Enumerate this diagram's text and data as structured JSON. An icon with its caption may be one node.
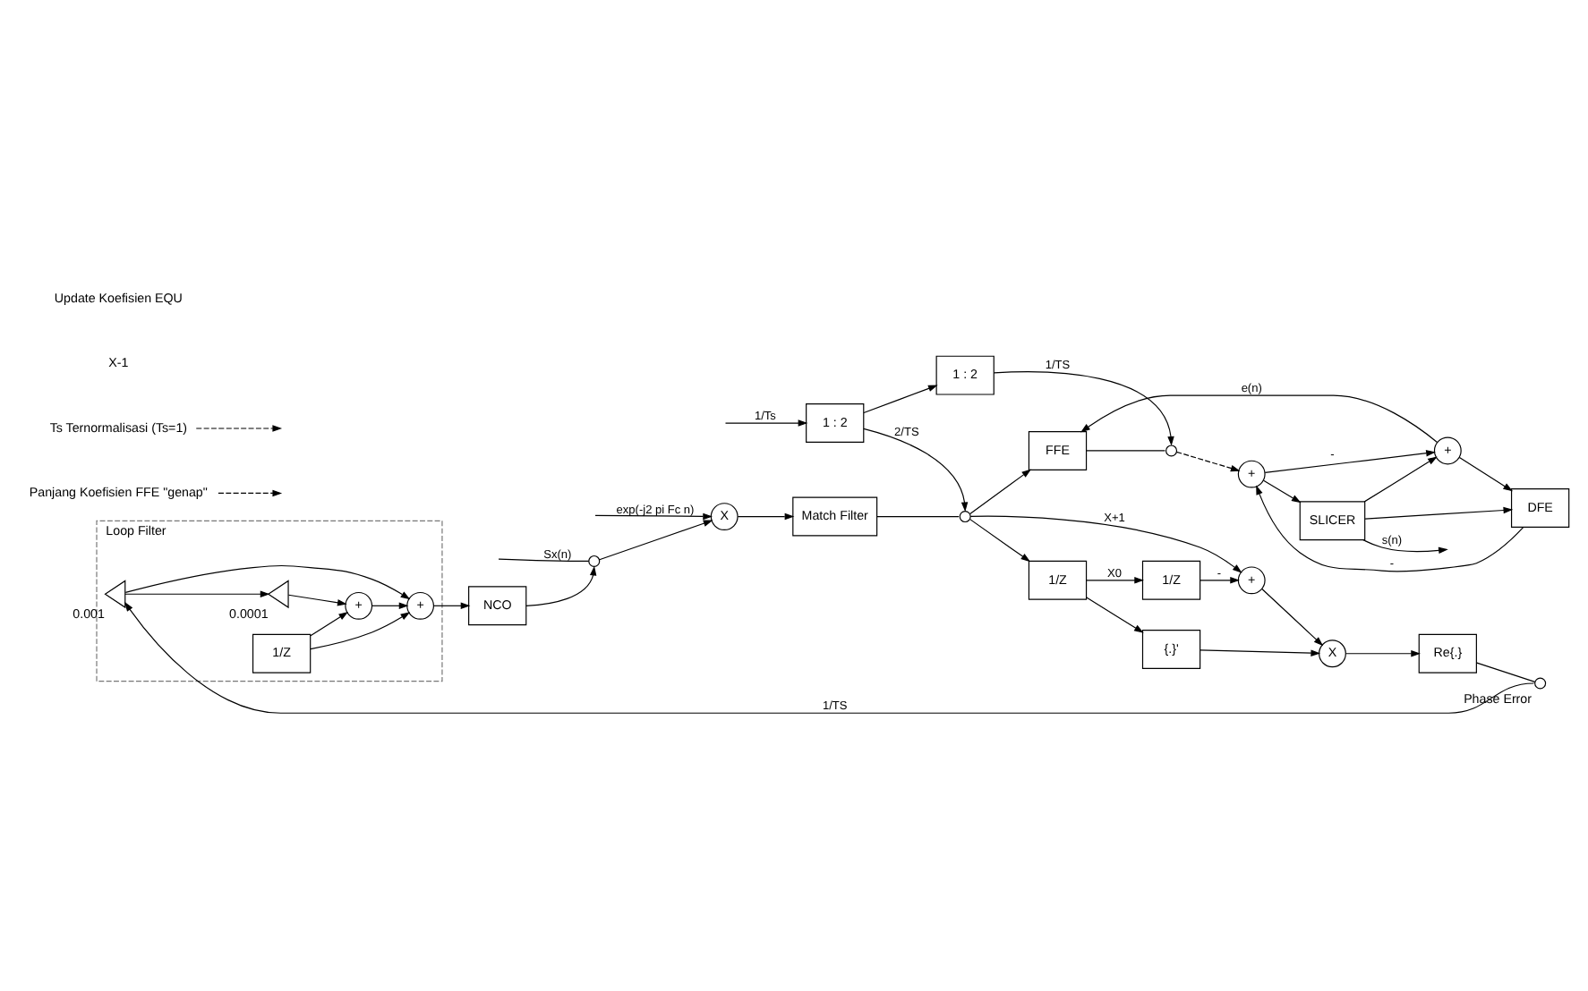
{
  "diagram": {
    "nodes": [
      {
        "text": [],
        "shape": "switch"
      },
      {
        "text": [
          "X"
        ]
      },
      {
        "text": [
          "Match Filter"
        ]
      },
      {
        "text": [
          "1 : 2"
        ]
      },
      {
        "text": [],
        "shape": "switch"
      },
      {
        "text": [
          "1 : 2"
        ]
      },
      {
        "text": [
          "FFE"
        ]
      },
      {
        "text": [],
        "shape": "switch"
      },
      {
        "text": [
          "+"
        ]
      },
      {
        "text": [
          "SLICER"
        ]
      },
      {
        "text": [
          "+"
        ]
      },
      {
        "text": [
          "DFE"
        ]
      },
      {
        "text": [
          "NCO"
        ]
      },
      {
        "text": [
          "1/Z"
        ]
      },
      {
        "text": [
          "1/Z"
        ]
      },
      {
        "text": [
          "+"
        ]
      },
      {
        "text": [
          "X"
        ]
      },
      {
        "text": [
          "{.}'"
        ]
      },
      {
        "text": [
          "Re{.}"
        ]
      },
      {
        "text": [],
        "shape": "switch",
        "beside": [
          "Phase Error"
        ]
      },
      {
        "text": [
          "Loop Filter"
        ]
      },
      {
        "text": [],
        "shape": "triangle",
        "in": 20,
        "beside": [
          "0.001"
        ]
      },
      {
        "text": [],
        "shape": "triangle",
        "in": 20,
        "beside": [
          "0.0001"
        ]
      },
      {
        "text": [
          "+"
        ],
        "in": 20
      },
      {
        "text": [
          "1/Z"
        ],
        "in": 20
      },
      {
        "text": [
          "+"
        ],
        "in": 20
      },
      {
        "text": [
          "Panjang Koefisien FFE \"genap\""
        ]
      },
      {
        "text": [
          "Ts Ternormalisasi (Ts=1)"
        ]
      }
    ],
    "edges": [
      {
        "from": null,
        "to": 0,
        "arrow": "none",
        "label": "Sx(n)"
      },
      {
        "from": null,
        "to": 3,
        "arrow": "to",
        "label": "1/Ts"
      },
      {
        "from": 0,
        "to": 1,
        "arrow": "to"
      },
      {
        "from": null,
        "to": 1,
        "arrow": "to",
        "label": "exp(-j2 pi Fc n)"
      },
      {
        "from": 1,
        "to": 2,
        "arrow": "to"
      },
      {
        "from": 12,
        "to": 0,
        "arrow": "to"
      },
      {
        "from": 2,
        "to": 4,
        "arrow": "none"
      },
      {
        "from": 3,
        "to": 4,
        "arrow": "to",
        "label": "2/TS"
      },
      {
        "from": 3,
        "to": 5,
        "arrow": "to"
      },
      {
        "from": 5,
        "to": 7,
        "arrow": "to",
        "label": "1/TS"
      },
      {
        "from": 4,
        "to": 6,
        "arrow": "to"
      },
      {
        "from": 4,
        "to": 13,
        "arrow": "to"
      },
      {
        "from": 4,
        "to": 15,
        "arrow": "to",
        "label": "X+1"
      },
      {
        "from": 6,
        "to": 7,
        "arrow": "none"
      },
      {
        "from": 7,
        "to": 8,
        "arrow": "to",
        "style": "dashed"
      },
      {
        "from": 8,
        "to": 9,
        "arrow": "to"
      },
      {
        "from": 8,
        "to": 10,
        "arrow": "to",
        "label": "-"
      },
      {
        "from": 9,
        "to": 10,
        "arrow": "to"
      },
      {
        "from": 9,
        "to": 11,
        "arrow": "to"
      },
      {
        "from": 9,
        "to": null,
        "arrow": "to",
        "label": "s(n)"
      },
      {
        "from": 11,
        "to": 8,
        "arrow": "to",
        "label": "-"
      },
      {
        "from": 10,
        "to": 6,
        "arrow": "to",
        "label": "e(n)"
      },
      {
        "from": 10,
        "to": 11,
        "arrow": "to"
      },
      {
        "from": 13,
        "to": 14,
        "arrow": "to",
        "label": "X0"
      },
      {
        "from": 13,
        "to": 17,
        "arrow": "to"
      },
      {
        "from": 14,
        "to": 15,
        "arrow": "to",
        "label": "-"
      },
      {
        "from": 15,
        "to": 16,
        "arrow": "to"
      },
      {
        "from": 17,
        "to": 16,
        "arrow": "to"
      },
      {
        "from": 16,
        "to": 18,
        "arrow": "to"
      },
      {
        "from": 18,
        "to": 19,
        "arrow": "none"
      },
      {
        "from": 19,
        "to": 21,
        "arrow": "to",
        "label": "1/TS"
      },
      {
        "from": 21,
        "to": 25,
        "arrow": "to"
      },
      {
        "from": 21,
        "to": 22,
        "arrow": "to"
      },
      {
        "from": 22,
        "to": 23,
        "arrow": "to"
      },
      {
        "from": 24,
        "to": 23,
        "arrow": "to"
      },
      {
        "from": 24,
        "to": 25,
        "arrow": "to"
      },
      {
        "from": 23,
        "to": 25,
        "arrow": "to"
      },
      {
        "from": 25,
        "to": 12,
        "arrow": "to"
      },
      {
        "from": 26,
        "to": null,
        "arrow": "to",
        "style": "dashed"
      },
      {
        "from": 27,
        "to": null,
        "arrow": "to",
        "style": "dashed"
      }
    ],
    "labels": [
      "X-1",
      "Update Koefisien EQU"
    ]
  }
}
